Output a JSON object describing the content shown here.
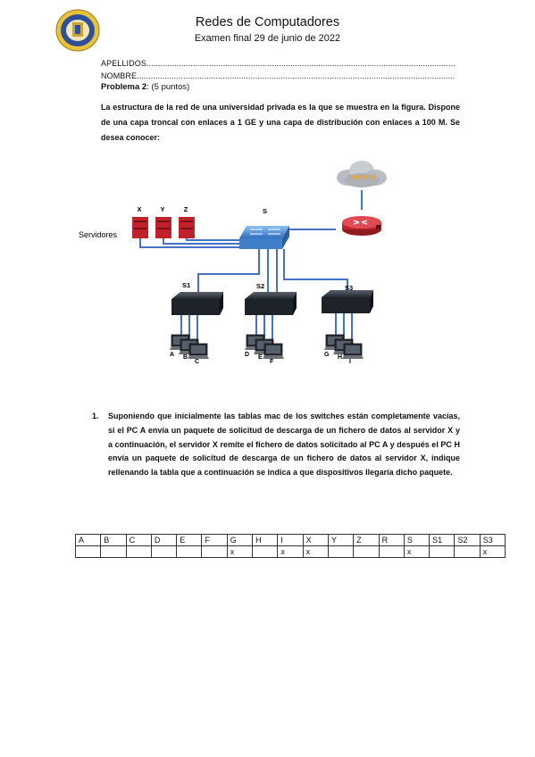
{
  "header": {
    "title": "Redes de Computadores",
    "subtitle": "Examen final 29 de junio de 2022",
    "apellidos": "APELLIDOS.....................................................................................................................................",
    "nombre": "NOMBRE........................................................................................................................................."
  },
  "problem": {
    "title": "Problema 2",
    "points": ": (5 puntos)",
    "intro": "La estructura de la red de una universidad privada es la que se muestra en la figura. Dispone de una capa troncal con enlaces a 1 GE y una capa de distribución con enlaces a 100 M. Se desea conocer:"
  },
  "diagram": {
    "internet_label": "Internet",
    "router_label": "R",
    "core_switch_label": "S",
    "servers_label": "Servidores",
    "servers": [
      "X",
      "Y",
      "Z"
    ],
    "access_switches": [
      "S1",
      "S2",
      "S3"
    ],
    "pcs": [
      {
        "label": "A"
      },
      {
        "label": "B"
      },
      {
        "label": "C"
      },
      {
        "label": "D"
      },
      {
        "label": "E"
      },
      {
        "label": "F"
      },
      {
        "label": "G"
      },
      {
        "label": "H"
      },
      {
        "label": "I"
      }
    ],
    "colors": {
      "link": "#4472c4",
      "server": "#c0222c",
      "router": "#c0222c",
      "switch": "#2f3640",
      "core_switch": "#4a8fd8"
    }
  },
  "question": {
    "number": "1.",
    "text": "Suponiendo que inicialmente las tablas mac de los switches están completamente vacías, si el PC A envía un paquete de solicitud de descarga de un fichero de datos al servidor X y a continuación, el servidor X remite el fichero de datos solicitado al PC A y después el PC H envía un paquete de solicitud de descarga de un fichero de datos al servidor X, indique rellenando la tabla que a continuación se indica a que dispositivos llegaría dicho paquete."
  },
  "table": {
    "headers": [
      "A",
      "B",
      "C",
      "D",
      "E",
      "F",
      "G",
      "H",
      "I",
      "X",
      "Y",
      "Z",
      "R",
      "S",
      "S1",
      "S2",
      "S3"
    ],
    "marks": [
      "",
      "",
      "",
      "",
      "",
      "",
      "x",
      "",
      "x",
      "x",
      "",
      "",
      "",
      "x",
      "",
      "",
      "x"
    ]
  }
}
